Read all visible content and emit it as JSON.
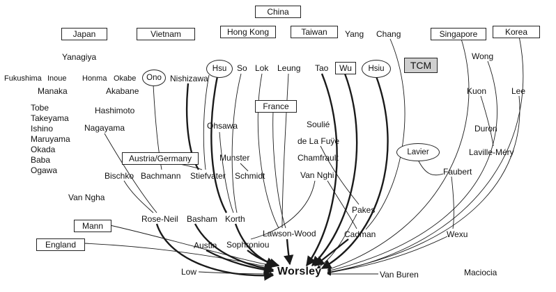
{
  "regions": {
    "china": "China",
    "japan": "Japan",
    "vietnam": "Vietnam",
    "hong_kong": "Hong Kong",
    "taiwan": "Taiwan",
    "singapore": "Singapore",
    "korea": "Korea",
    "tcm": "TCM",
    "france": "France",
    "austria_germany": "Austria/Germany",
    "england": "England",
    "mann": "Mann"
  },
  "ovals": {
    "ono": "Ono",
    "hsu": "Hsu",
    "hsiu": "Hsiu",
    "lavier": "Lavier"
  },
  "wu_box": "Wu",
  "people": {
    "yang": "Yang",
    "chang": "Chang",
    "yanagiya": "Yanagiya",
    "wong": "Wong",
    "fukushima": "Fukushima",
    "inoue": "Inoue",
    "honma": "Honma",
    "okabe": "Okabe",
    "nishizawa": "Nishizawa",
    "so": "So",
    "lok": "Lok",
    "leung": "Leung",
    "tao": "Tao",
    "manaka": "Manaka",
    "akabane": "Akabane",
    "kuon": "Kuon",
    "lee": "Lee",
    "tobe": "Tobe",
    "takeyama": "Takeyama",
    "ishino": "Ishino",
    "maruyama": "Maruyama",
    "okada": "Okada",
    "baba": "Baba",
    "ogawa": "Ogawa",
    "hashimoto": "Hashimoto",
    "nagayama": "Nagayama",
    "ohsawa": "Ohsawa",
    "soulie": "Soulié",
    "de_la_fuye": "de La Fuÿe",
    "chamfrault": "Chamfrault",
    "van_nghi": "Van Nghi",
    "duron": "Duron",
    "laville_mery": "Laville-Méry",
    "munster": "Munster",
    "faubert": "Faubert",
    "bischko": "Bischko",
    "bachmann": "Bachmann",
    "stiefvater": "Stiefvater",
    "schmidt": "Schmidt",
    "van_ngha": "Van Ngha",
    "pakes": "Pakes",
    "rose_neil": "Rose-Neil",
    "basham": "Basham",
    "korth": "Korth",
    "lawson_wood": "Lawson-Wood",
    "cadman": "Cadman",
    "wexu": "Wexu",
    "austin": "Austin",
    "sophroniou": "Sophroniou",
    "low": "Low",
    "van_buren": "Van Buren",
    "maciocia": "Maciocia"
  },
  "target": "Worsley",
  "colors": {
    "line": "#1a1a1a",
    "tcm_fill": "#cfcfcf"
  }
}
